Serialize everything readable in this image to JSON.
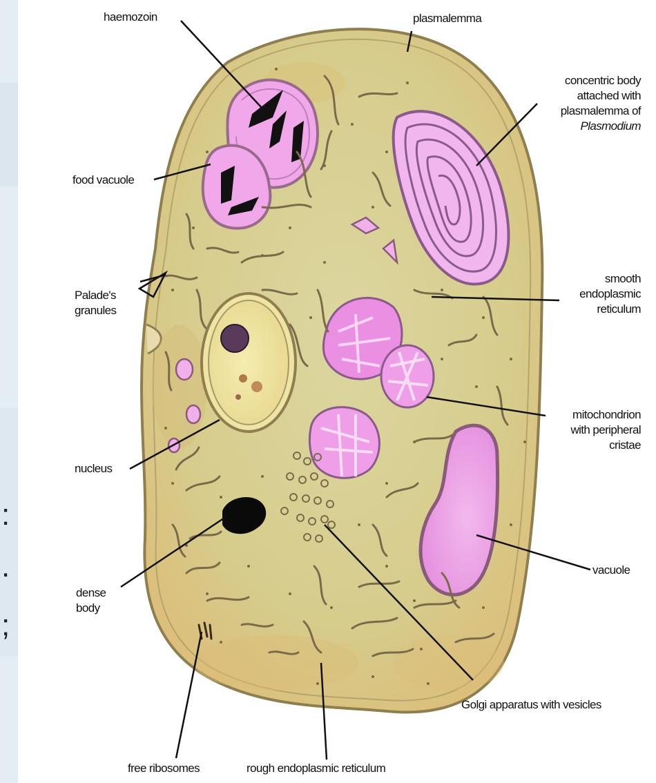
{
  "labels": {
    "haemozoin": "haemozoin",
    "plasmalemma": "plasmalemma",
    "concentric_body": [
      "concentric body",
      "attached with",
      "plasmalemma of",
      "Plasmodium"
    ],
    "food_vacuole": "food vacuole",
    "palades_granules": [
      "Palade's",
      "granules"
    ],
    "smooth_er": [
      "smooth",
      "endoplasmic",
      "reticulum"
    ],
    "mitochondrion": [
      "mitochondrion",
      "with peripheral",
      "cristae"
    ],
    "nucleus": "nucleus",
    "dense_body": [
      "dense",
      "body"
    ],
    "vacuole": "vacuole",
    "golgi": "Golgi apparatus with vesicles",
    "free_ribosomes": "free ribosomes",
    "rough_er": "rough endoplasmic reticulum"
  },
  "colors": {
    "cytoplasm": "#d8d094",
    "cytoplasm_warm": "#dcc080",
    "membrane": "#9a8a5a",
    "organelle_pink": "#ea9fe4",
    "organelle_pale": "#f6cdf2",
    "organelle_outline": "#8a5a8a",
    "nucleus_fill": "#f0e6a0",
    "dark": "#111111",
    "left_strip": "#e6eef4"
  }
}
